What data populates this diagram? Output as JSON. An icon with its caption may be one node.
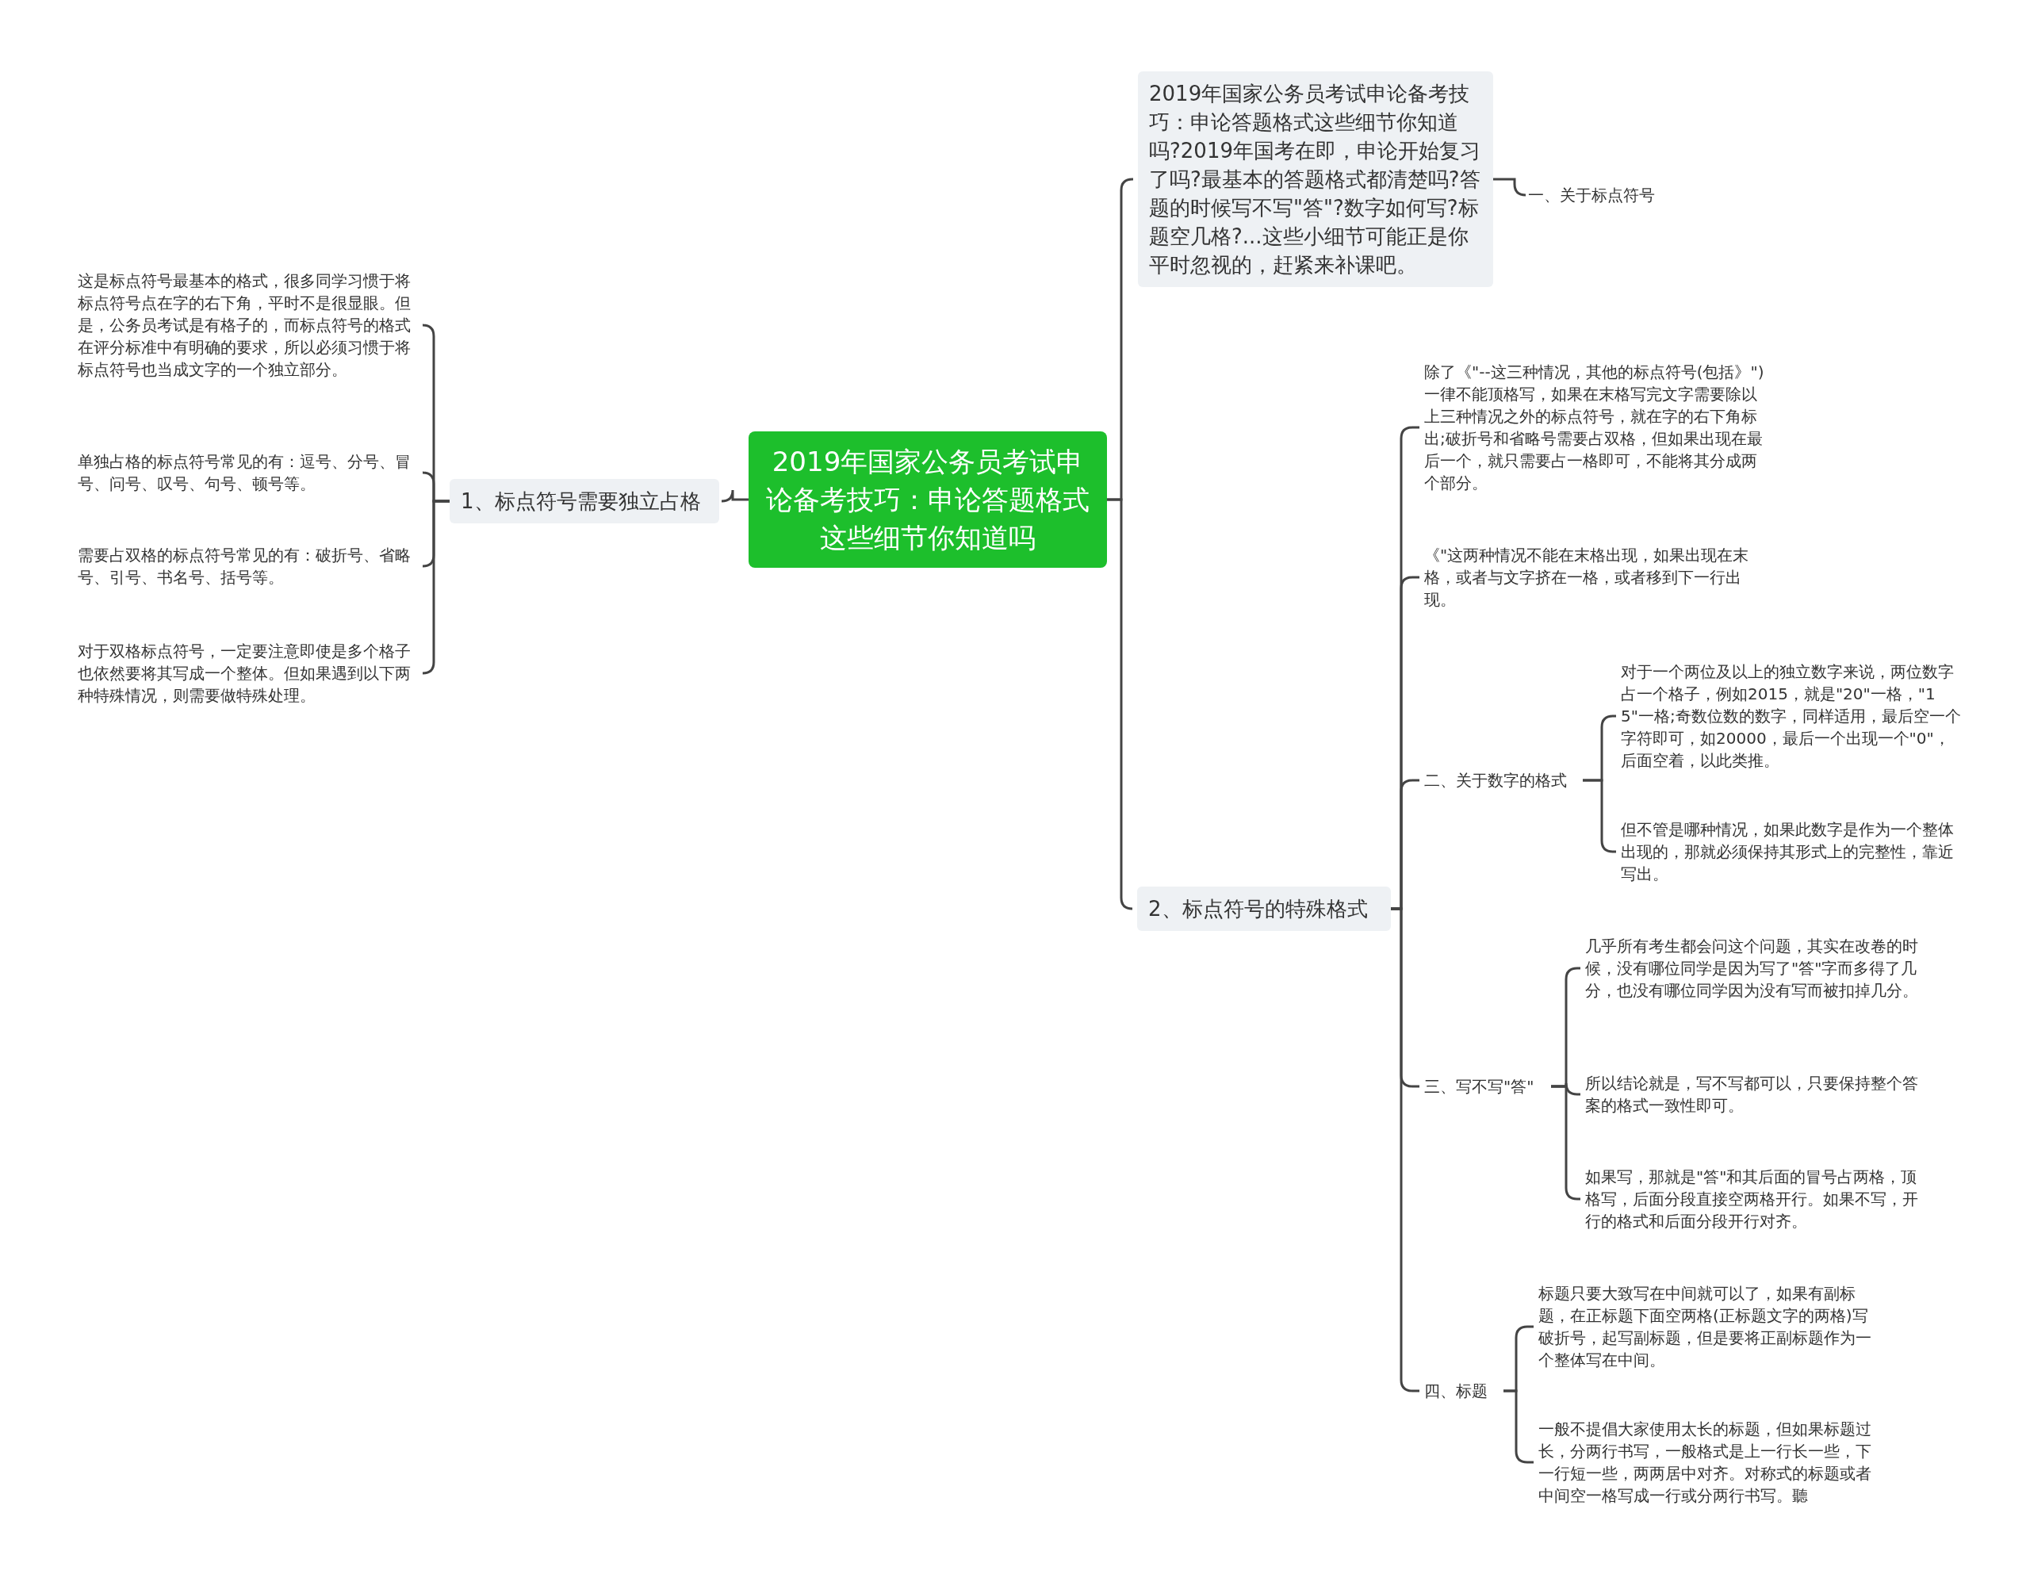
{
  "diagram": {
    "nodes": [
      {
        "text": [
          "2019年国家公务员考试申论备考技巧：申论答题格式这些细节你知道吗"
        ]
      },
      {
        "text": [
          "1、标点符号需要独立占格"
        ]
      },
      {
        "text": [
          "这是标点符号最基本的格式，很多同学习惯于将标点符号点在字的右下角，平时不是很显眼。但是，公务员考试是有格子的，而标点符号的格式在评分标准中有明确的要求，所以必须习惯于将标点符号也当成文字的一个独立部分。"
        ]
      },
      {
        "text": [
          "单独占格的标点符号常见的有：逗号、分号、冒号、问号、叹号、句号、顿号等。"
        ]
      },
      {
        "text": [
          "需要占双格的标点符号常见的有：破折号、省略号、引号、书名号、括号等。"
        ]
      },
      {
        "text": [
          "对于双格标点符号，一定要注意即使是多个格子也依然要将其写成一个整体。但如果遇到以下两种特殊情况，则需要做特殊处理。"
        ]
      },
      {
        "text": [
          "2019年国家公务员考试申论备考技巧：申论答题格式这些细节你知道吗?2019年国考在即，申论开始复习了吗?最基本的答题格式都清楚吗?答题的时候写不写\"答\"?数字如何写?标题空几格?...这些小细节可能正是你平时忽视的，赶紧来补课吧。"
        ]
      },
      {
        "text": [
          "一、关于标点符号"
        ]
      },
      {
        "text": [
          "2、标点符号的特殊格式"
        ]
      },
      {
        "text": [
          "除了《\"--这三种情况，其他的标点符号(包括》\")一律不能顶格写，如果在末格写完文字需要除以上三种情况之外的标点符号，就在字的右下角标出;破折号和省略号需要占双格，但如果出现在最后一个，就只需要占一格即可，不能将其分成两个部分。"
        ]
      },
      {
        "text": [
          "《\"这两种情况不能在末格出现，如果出现在末格，或者与文字挤在一格，或者移到下一行出现。"
        ]
      },
      {
        "text": [
          "二、关于数字的格式"
        ]
      },
      {
        "text": [
          "对于一个两位及以上的独立数字来说，两位数字占一个格子，例如2015，就是\"20\"一格，\"15\"一格;奇数位数的数字，同样适用，最后空一个字符即可，如20000，最后一个出现一个\"0\"，后面空着，以此类推。"
        ]
      },
      {
        "text": [
          "但不管是哪种情况，如果此数字是作为一个整体出现的，那就必须保持其形式上的完整性，靠近写出。"
        ]
      },
      {
        "text": [
          "三、写不写\"答\""
        ]
      },
      {
        "text": [
          "几乎所有考生都会问这个问题，其实在改卷的时候，没有哪位同学是因为写了\"答\"字而多得了几分，也没有哪位同学因为没有写而被扣掉几分。"
        ]
      },
      {
        "text": [
          "所以结论就是，写不写都可以，只要保持整个答案的格式一致性即可。"
        ]
      },
      {
        "text": [
          "如果写，那就是\"答\"和其后面的冒号占两格，顶格写，后面分段直接空两格开行。如果不写，开行的格式和后面分段开行对齐。"
        ]
      },
      {
        "text": [
          "四、标题"
        ]
      },
      {
        "text": [
          "标题只要大致写在中间就可以了，如果有副标题，在正标题下面空两格(正标题文字的两格)写破折号，起写副标题，但是要将正副标题作为一个整体写在中间。"
        ]
      },
      {
        "text": [
          "一般不提倡大家使用太长的标题，但如果标题过长，分两行书写，一般格式是上一行长一些，下一行短一些，两两居中对齐。对称式的标题或者中间空一格写成一行或分两行书写。聽"
        ]
      }
    ],
    "edges": [
      {
        "from": 0,
        "to": 1,
        "arrow": "none"
      },
      {
        "from": 1,
        "to": 2,
        "arrow": "none"
      },
      {
        "from": 1,
        "to": 3,
        "arrow": "none"
      },
      {
        "from": 1,
        "to": 4,
        "arrow": "none"
      },
      {
        "from": 1,
        "to": 5,
        "arrow": "none"
      },
      {
        "from": 0,
        "to": 6,
        "arrow": "none"
      },
      {
        "from": 6,
        "to": 7,
        "arrow": "none"
      },
      {
        "from": 0,
        "to": 8,
        "arrow": "none"
      },
      {
        "from": 8,
        "to": 9,
        "arrow": "none"
      },
      {
        "from": 8,
        "to": 10,
        "arrow": "none"
      },
      {
        "from": 8,
        "to": 11,
        "arrow": "none"
      },
      {
        "from": 11,
        "to": 12,
        "arrow": "none"
      },
      {
        "from": 11,
        "to": 13,
        "arrow": "none"
      },
      {
        "from": 8,
        "to": 14,
        "arrow": "none"
      },
      {
        "from": 14,
        "to": 15,
        "arrow": "none"
      },
      {
        "from": 14,
        "to": 16,
        "arrow": "none"
      },
      {
        "from": 14,
        "to": 17,
        "arrow": "none"
      },
      {
        "from": 8,
        "to": 18,
        "arrow": "none"
      },
      {
        "from": 18,
        "to": 19,
        "arrow": "none"
      },
      {
        "from": 18,
        "to": 20,
        "arrow": "none"
      }
    ]
  }
}
